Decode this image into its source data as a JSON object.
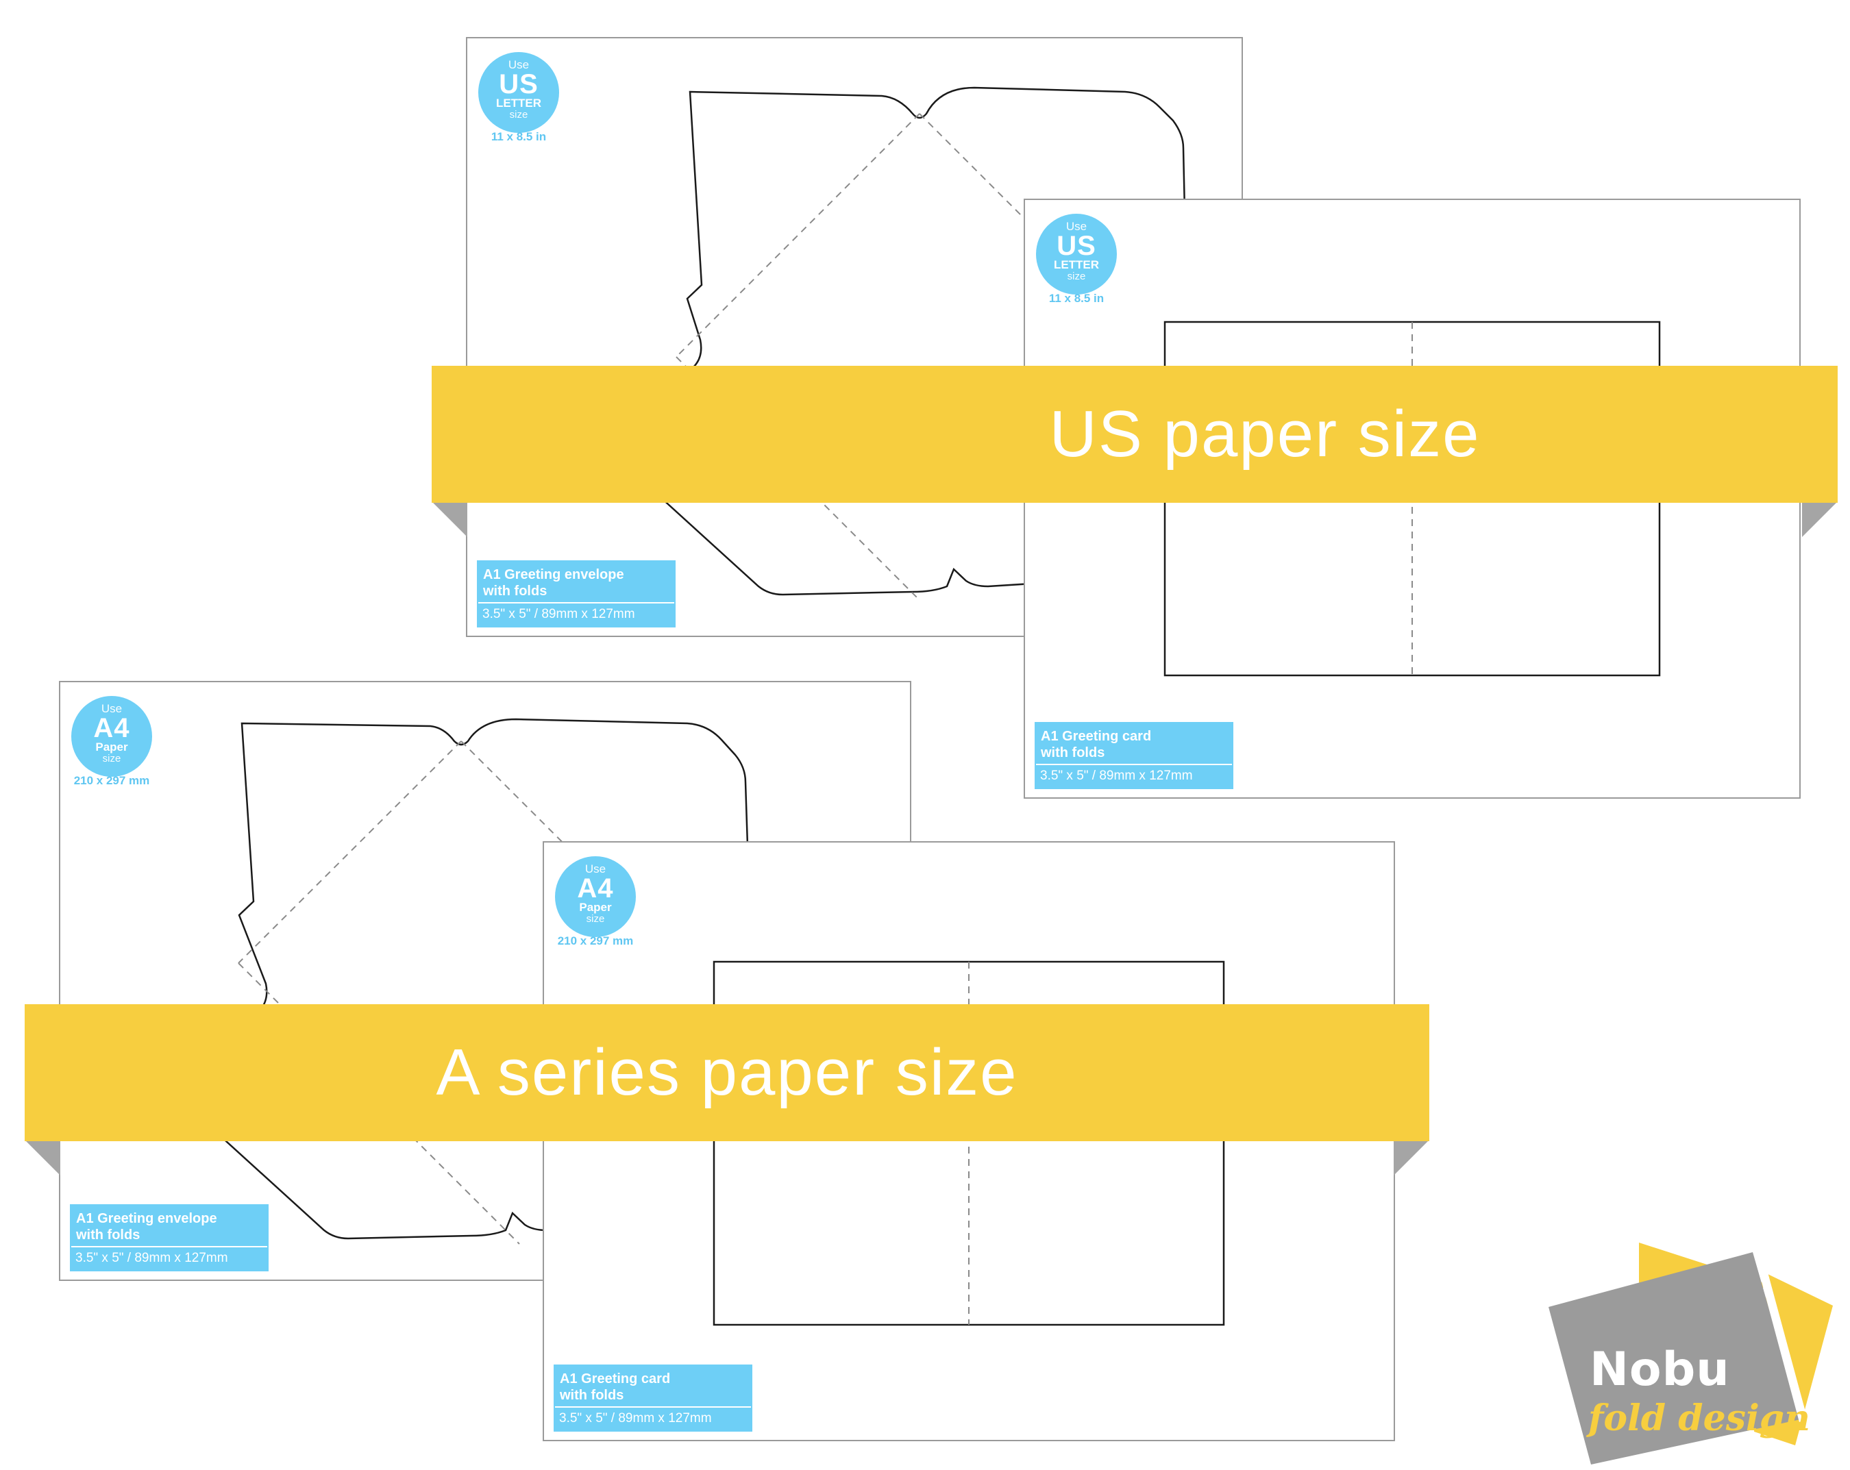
{
  "us": {
    "envelope": {
      "badge": {
        "top": "Use",
        "main": "US",
        "sub": "LETTER",
        "bottom": "size"
      },
      "dims": "11 x 8.5 in",
      "label": {
        "title_line1": "A1 Greeting envelope",
        "title_line2": "with folds",
        "size": "3.5\" x 5\" / 89mm x 127mm"
      }
    },
    "card": {
      "badge": {
        "top": "Use",
        "main": "US",
        "sub": "LETTER",
        "bottom": "size"
      },
      "dims": "11 x 8.5 in",
      "label": {
        "title_line1": "A1 Greeting card",
        "title_line2": "with folds",
        "size": "3.5\" x 5\" / 89mm x 127mm"
      }
    },
    "ribbon": "US paper size"
  },
  "a": {
    "envelope": {
      "badge": {
        "top": "Use",
        "main": "A4",
        "sub": "Paper",
        "bottom": "size"
      },
      "dims": "210 x 297 mm",
      "label": {
        "title_line1": "A1 Greeting envelope",
        "title_line2": "with folds",
        "size": "3.5\" x 5\" / 89mm x 127mm"
      }
    },
    "card": {
      "badge": {
        "top": "Use",
        "main": "A4",
        "sub": "Paper",
        "bottom": "size"
      },
      "dims": "210 x 297 mm",
      "label": {
        "title_line1": "A1 Greeting card",
        "title_line2": "with folds",
        "size": "3.5\" x 5\" / 89mm x 127mm"
      }
    },
    "ribbon": "A series paper size"
  },
  "logo": {
    "name": "Nobu",
    "tagline": "fold design"
  },
  "colors": {
    "ribbon": "#f7ce3f",
    "badge": "#6ecff6",
    "fold_shadow": "#a5a5a5",
    "logo_gray": "#9b9b9b",
    "logo_yellow": "#f7ce3f"
  }
}
